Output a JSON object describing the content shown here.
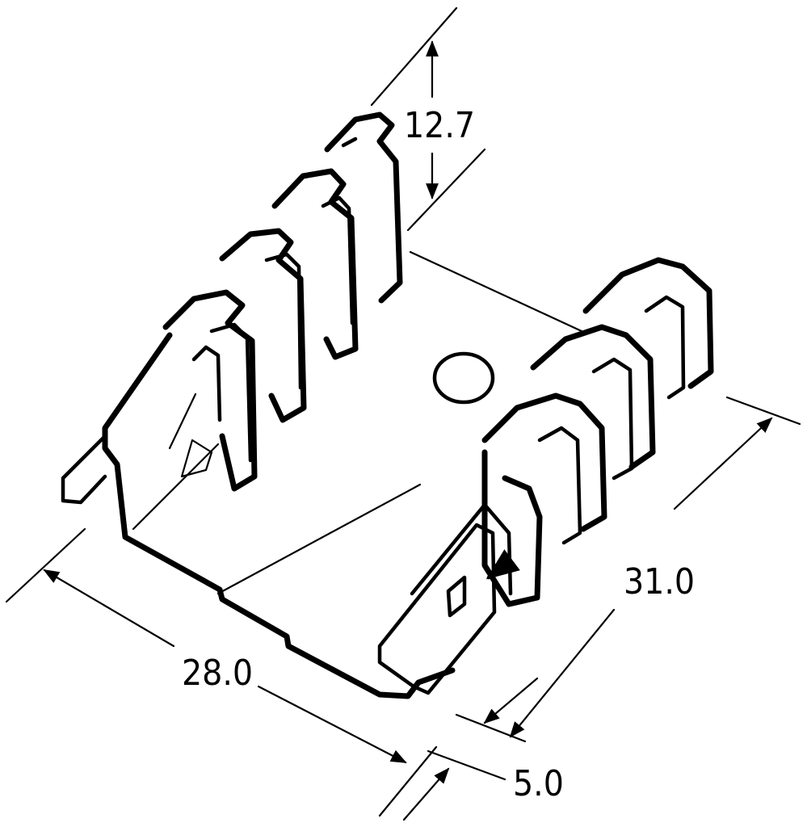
{
  "dimensions": {
    "height": "12.7",
    "length": "28.0",
    "depth": "31.0",
    "tab_offset": "5.0"
  },
  "colors": {
    "ink": "#000000",
    "paper": "#ffffff"
  }
}
